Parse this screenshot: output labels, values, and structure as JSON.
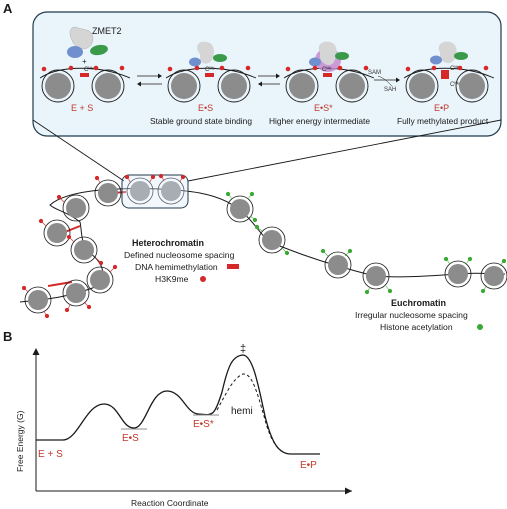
{
  "panel_a": {
    "label": "A",
    "enzyme_label": "ZMET2",
    "states": [
      {
        "id": "es",
        "label": "E + S",
        "caption": ""
      },
      {
        "id": "esb",
        "label": "E•S",
        "caption": "Stable ground state binding"
      },
      {
        "id": "ests",
        "label": "E•S*",
        "caption": "Higher energy intermediate"
      },
      {
        "id": "ep",
        "label": "E•P",
        "caption": "Fully methylated product"
      }
    ],
    "sam_label": "SAM",
    "sah_label": "SAH",
    "cme_label": "Cᴹᵉ",
    "plus_label": "+",
    "heterochromatin": {
      "title": "Heterochromatin",
      "line1": "Defined nucleosome spacing",
      "line2": "DNA hemimethylation",
      "line3": "H3K9me"
    },
    "euchromatin": {
      "title": "Euchromatin",
      "line1": "Irregular nucleosome spacing",
      "line2": "Histone acetylation"
    },
    "colors": {
      "methyl_red": "#d62828",
      "acetyl_green": "#3aaa35",
      "nucleosome": "#8c8c8c",
      "inset_fill": "#eaf4fb",
      "inset_stroke": "#1f3a4d"
    }
  },
  "panel_b": {
    "label": "B",
    "ylabel": "Free Energy (G)",
    "xlabel": "Reaction Coordinate",
    "state_labels": [
      "E + S",
      "E•S",
      "E•S*",
      "E•P"
    ],
    "ts_label": "‡",
    "hemi_label": "hemi"
  }
}
